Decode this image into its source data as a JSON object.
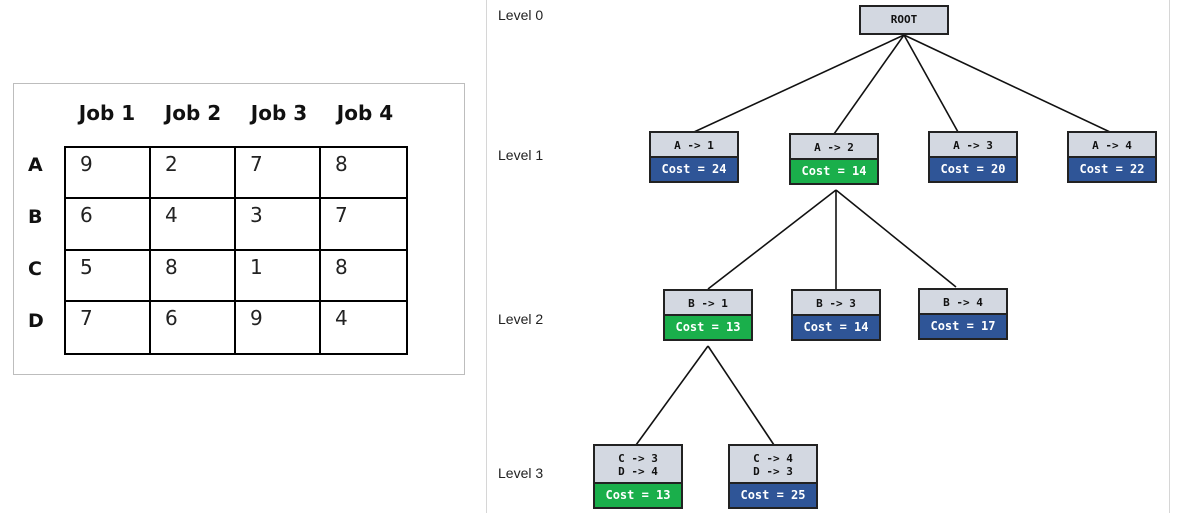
{
  "matrix": {
    "job_headers": [
      "Job 1",
      "Job 2",
      "Job 3",
      "Job 4"
    ],
    "agents": [
      "A",
      "B",
      "C",
      "D"
    ],
    "rows": [
      [
        "9",
        "2",
        "7",
        "8"
      ],
      [
        "6",
        "4",
        "3",
        "7"
      ],
      [
        "5",
        "8",
        "1",
        "8"
      ],
      [
        "7",
        "6",
        "9",
        "4"
      ]
    ]
  },
  "tree": {
    "levels": [
      "Level 0",
      "Level 1",
      "Level 2",
      "Level 3"
    ],
    "root": "ROOT",
    "nodes": [
      {
        "lines": [
          "A -> 1"
        ],
        "cost": "Cost = 24",
        "color": "blue"
      },
      {
        "lines": [
          "A -> 2"
        ],
        "cost": "Cost = 14",
        "color": "green"
      },
      {
        "lines": [
          "A -> 3"
        ],
        "cost": "Cost = 20",
        "color": "blue"
      },
      {
        "lines": [
          "A -> 4"
        ],
        "cost": "Cost = 22",
        "color": "blue"
      },
      {
        "lines": [
          "B -> 1"
        ],
        "cost": "Cost = 13",
        "color": "green"
      },
      {
        "lines": [
          "B -> 3"
        ],
        "cost": "Cost = 14",
        "color": "blue"
      },
      {
        "lines": [
          "B -> 4"
        ],
        "cost": "Cost = 17",
        "color": "blue"
      },
      {
        "lines": [
          "C -> 3",
          "D -> 4"
        ],
        "cost": "Cost = 13",
        "color": "green"
      },
      {
        "lines": [
          "C -> 4",
          "D -> 3"
        ],
        "cost": "Cost = 25",
        "color": "blue"
      }
    ]
  },
  "colors": {
    "green": "#1aaf4b",
    "blue": "#2f5597",
    "node_header": "#d3d8e1"
  }
}
